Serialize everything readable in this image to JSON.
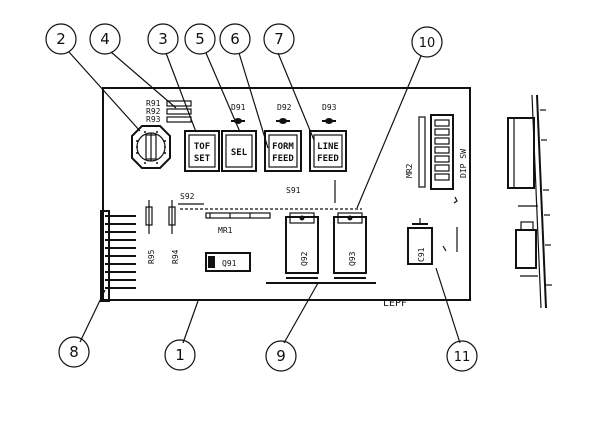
{
  "callouts": [
    "2",
    "4",
    "3",
    "5",
    "6",
    "7",
    "10",
    "8",
    "1",
    "9",
    "11"
  ],
  "keys": {
    "tof_line1": "TOF",
    "tof_line2": "SET",
    "sel": "SEL",
    "form_line1": "FORM",
    "form_line2": "FEED",
    "line_line1": "LINE",
    "line_line2": "FEED"
  },
  "labels": {
    "r91": "R91",
    "r92": "R92",
    "r93": "R93",
    "d91": "D91",
    "d92": "D92",
    "d93": "D93",
    "s92": "S92",
    "s91": "S91",
    "mr1": "MR1",
    "mr2": "MR2",
    "dip_sw": "DIP SW",
    "r95": "R95",
    "r94": "R94",
    "q91": "Q91",
    "q92": "Q92",
    "q93": "Q93",
    "c91": "C91",
    "board": "LEPF"
  }
}
